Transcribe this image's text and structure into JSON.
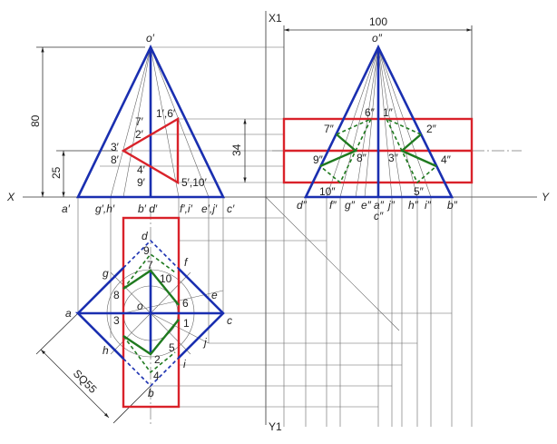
{
  "axes": {
    "x": "X",
    "y": "Y",
    "x1": "X1",
    "y1": "Y1"
  },
  "dimensions": {
    "height": "80",
    "cut_height": "25",
    "cut_span": "34",
    "width": "100",
    "base": "SQ55"
  },
  "front_labels": {
    "o": "o′",
    "a": "a′",
    "gh": "g′,h′",
    "bd": "b′ d′",
    "fi": "f′,i′",
    "ej": "e′,j′",
    "c": "c′",
    "p16": "1′,6′",
    "p7": "7′",
    "p2": "2′",
    "p3": "3′",
    "p8": "8′",
    "p4": "4′",
    "p9": "9′",
    "p510": "5′,10′"
  },
  "side_labels": {
    "o": "o″",
    "d": "d″",
    "f": "f″",
    "g": "g″",
    "e": "e″",
    "a": "a″",
    "c": "c″",
    "j": "j″",
    "h": "h″",
    "i": "i″",
    "b": "b″",
    "p6": "6″",
    "p1": "1″",
    "p7": "7″",
    "p2": "2″",
    "p9": "9″",
    "p8": "8″",
    "p3": "3″",
    "p4": "4″",
    "p10": "10″",
    "p5": "5″"
  },
  "top_labels": {
    "a": "a",
    "b": "b",
    "c": "c",
    "d": "d",
    "e": "e",
    "f": "f",
    "g": "g",
    "h": "h",
    "i": "i",
    "j": "j",
    "o": "o",
    "p1": "1",
    "p2": "2",
    "p3": "3",
    "p4": "4",
    "p5": "5",
    "p6": "6",
    "p7": "7",
    "p8": "8",
    "p9": "9",
    "p10": "10"
  },
  "colors": {
    "pyramid": "#1a2fb0",
    "cut": "#d9222a",
    "section": "#1f7a1f"
  }
}
